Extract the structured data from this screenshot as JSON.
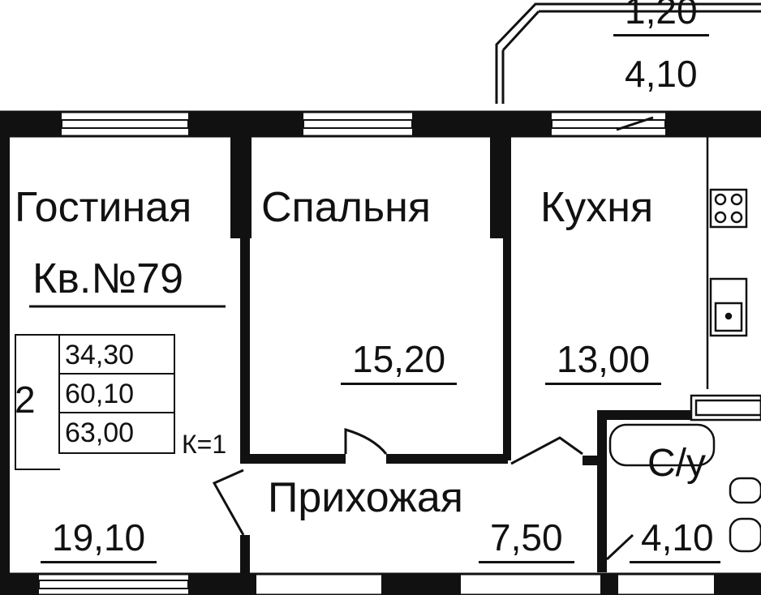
{
  "apartment": {
    "title": "Кв.№79",
    "rooms_count": "2",
    "areas": [
      "34,30",
      "60,10",
      "63,00"
    ],
    "coefficient": "К=1"
  },
  "rooms": {
    "living": {
      "name": "Гостиная",
      "area": "19,10"
    },
    "bedroom": {
      "name": "Спальня",
      "area": "15,20"
    },
    "kitchen": {
      "name": "Кухня",
      "area": "13,00"
    },
    "hall": {
      "name": "Прихожая",
      "area": "7,50"
    },
    "bathroom": {
      "name": "С/у",
      "area": "4,10"
    },
    "balcony": {
      "top": "1,20",
      "area": "4,10"
    }
  },
  "colors": {
    "wall": "#111111",
    "background": "#ffffff",
    "window": "#ffffff"
  }
}
